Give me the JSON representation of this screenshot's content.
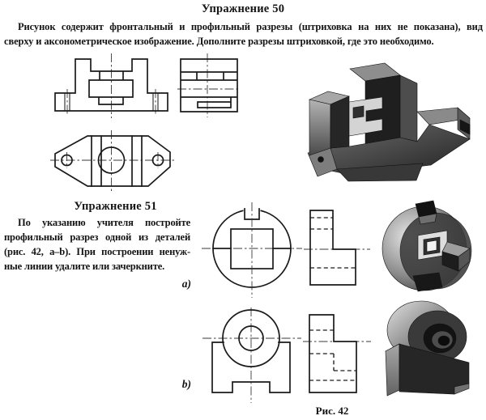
{
  "page": {
    "background_color": "#ffffff",
    "ink_color": "#1a1a1a"
  },
  "exercise50": {
    "title": "Упражнение 50",
    "body_lines": [
      "Рисунок содержит фронтальный и профильный разрезы (штриховка на них не показана), вид",
      "сверху и аксонометрическое изображение. Дополните разрезы штриховкой, где это необходимо."
    ]
  },
  "exercise51": {
    "title": "Упражнение 51",
    "body_lines": [
      "По указанию учителя постройте",
      "профильный разрез одной из деталей",
      "(рис. 42, а–b). При построении ненуж-",
      "ные линии удалите или зачеркните."
    ],
    "label_a": "а)",
    "label_b": "b)",
    "figure_caption": "Рис. 42"
  }
}
